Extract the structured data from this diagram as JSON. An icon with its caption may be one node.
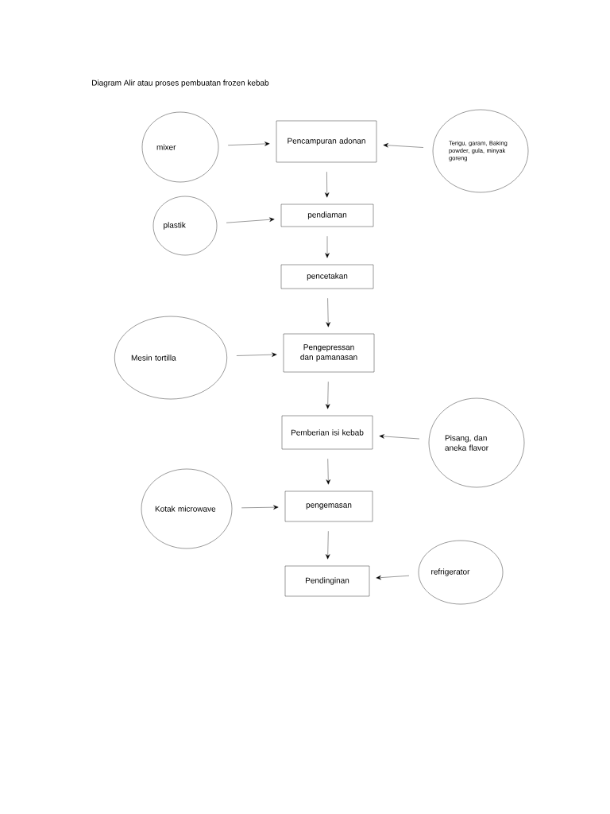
{
  "diagram": {
    "title": "Diagram Alir atau proses pembuatan frozen kebab",
    "nodes": [
      {
        "text": [
          "Pencampuran adonan"
        ]
      },
      {
        "text": [
          "pendiaman"
        ]
      },
      {
        "text": [
          "pencetakan"
        ]
      },
      {
        "text": [
          "Pengepressan dan pamanasan"
        ]
      },
      {
        "text": [
          "Pemberian isi kebab"
        ]
      },
      {
        "text": [
          "pengemasan"
        ]
      },
      {
        "text": [
          "Pendinginan"
        ]
      },
      {
        "text": [
          "mixer"
        ]
      },
      {
        "text": [
          "Terigu, garam, Baking powder, gula, minyak goreng"
        ]
      },
      {
        "text": [
          "plastik"
        ]
      },
      {
        "text": [
          "Mesin tortilla"
        ]
      },
      {
        "text": [
          "Pisang, dan aneka flavor"
        ]
      },
      {
        "text": [
          "Kotak microwave"
        ]
      },
      {
        "text": [
          "refrigerator"
        ]
      }
    ],
    "edges": [
      {
        "from": 7,
        "to": 0,
        "arrow": "to"
      },
      {
        "from": 8,
        "to": 0,
        "arrow": "to"
      },
      {
        "from": 0,
        "to": 1,
        "arrow": "to"
      },
      {
        "from": 9,
        "to": 1,
        "arrow": "to"
      },
      {
        "from": 1,
        "to": 2,
        "arrow": "to"
      },
      {
        "from": 2,
        "to": 3,
        "arrow": "to"
      },
      {
        "from": 10,
        "to": 3,
        "arrow": "to"
      },
      {
        "from": 3,
        "to": 4,
        "arrow": "to"
      },
      {
        "from": 11,
        "to": 4,
        "arrow": "to"
      },
      {
        "from": 4,
        "to": 5,
        "arrow": "to"
      },
      {
        "from": 12,
        "to": 5,
        "arrow": "to"
      },
      {
        "from": 5,
        "to": 6,
        "arrow": "to"
      },
      {
        "from": 13,
        "to": 6,
        "arrow": "to"
      }
    ]
  }
}
